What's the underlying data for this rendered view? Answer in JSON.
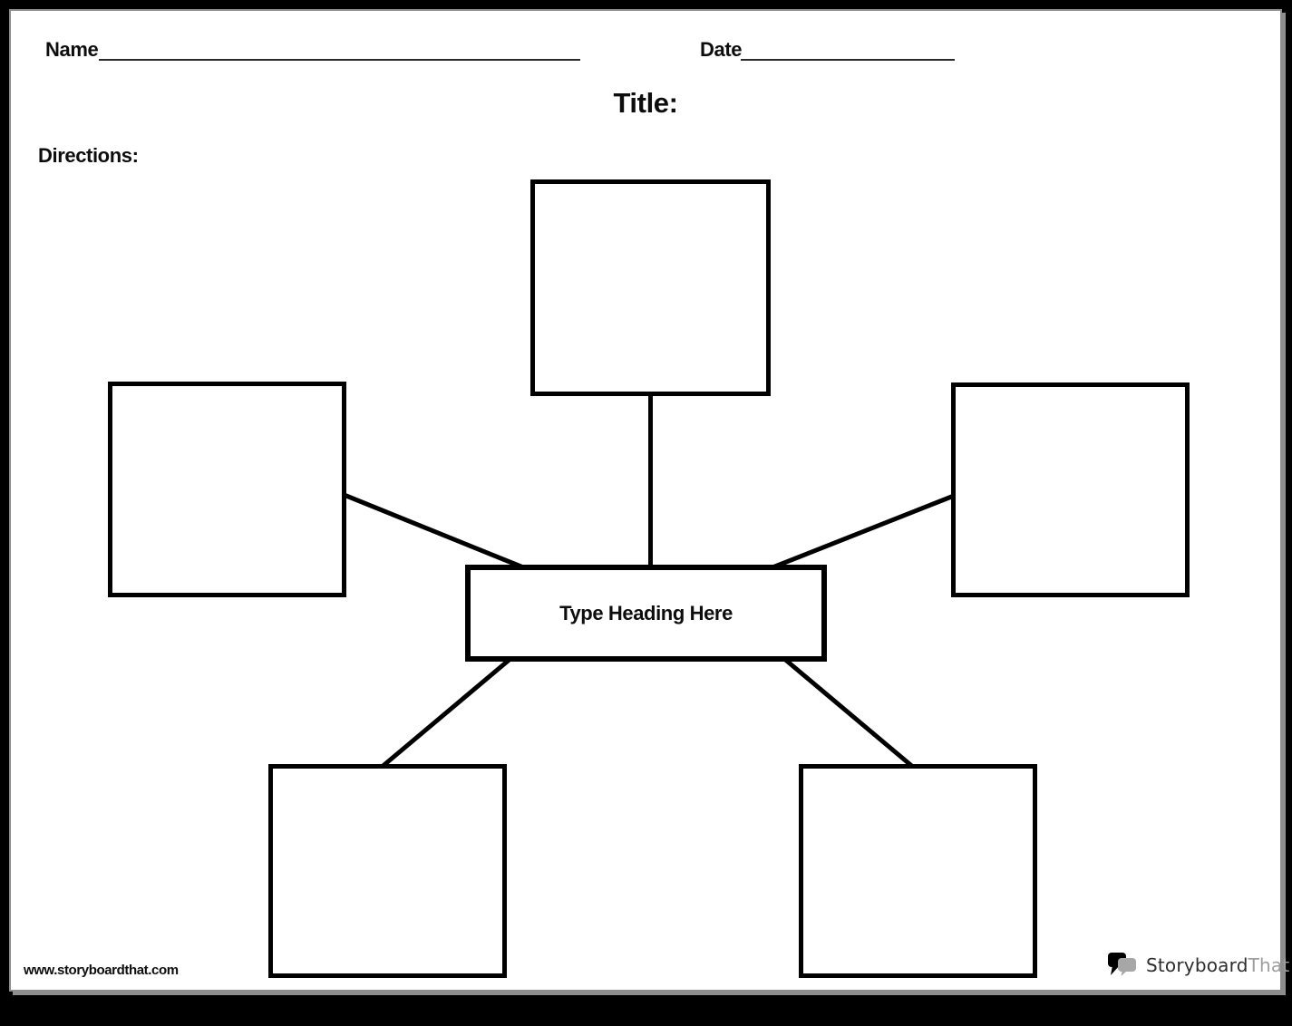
{
  "worksheet": {
    "header": {
      "name_label": "Name",
      "date_label": "Date",
      "title_label": "Title:",
      "directions_label": "Directions:"
    },
    "diagram": {
      "type": "spider-map",
      "center_label": "Type Heading Here",
      "spoke_count": 5,
      "spokes": [
        {
          "id": "top",
          "label": ""
        },
        {
          "id": "left",
          "label": ""
        },
        {
          "id": "right",
          "label": ""
        },
        {
          "id": "bottom-left",
          "label": ""
        },
        {
          "id": "bottom-right",
          "label": ""
        }
      ]
    },
    "footer": {
      "website": "www.storyboardthat.com",
      "logo_text_primary": "Storyboard",
      "logo_text_secondary": "That"
    },
    "colors": {
      "background": "#000000",
      "paper": "#ffffff",
      "ink": "#0d0d0d",
      "shadow": "#8d8d8d",
      "logo_primary": "#2d2d2d",
      "logo_secondary": "#9e9e9e"
    }
  }
}
